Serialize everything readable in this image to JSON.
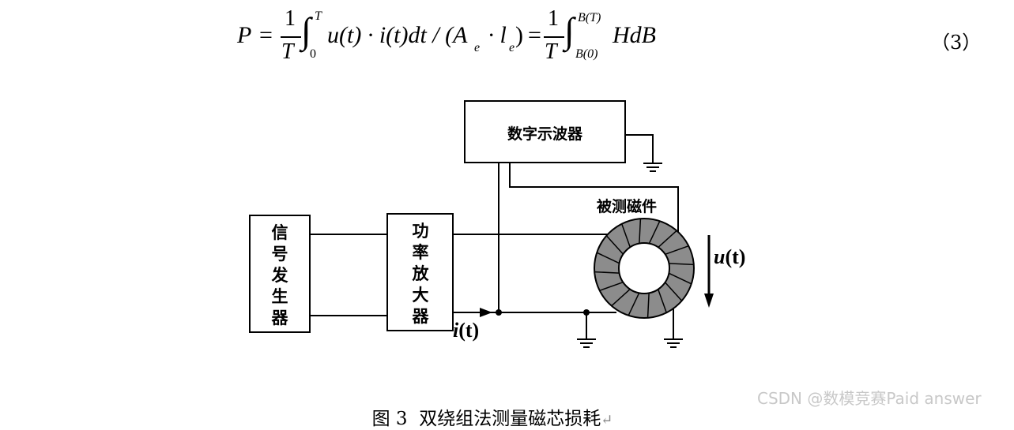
{
  "equation": {
    "P": "P",
    "eq": "=",
    "one": "1",
    "T": "T",
    "int_upper_1": "T",
    "int_lower_1": "0",
    "body_1": "u(t) · i(t)dt / (A",
    "sub_e1": "e",
    "dot": " · l",
    "sub_e2": "e",
    "close": ")",
    "int_upper_2": "B(T)",
    "int_lower_2": "B(0)",
    "body_2": "HdB",
    "number": "（3）"
  },
  "diagram": {
    "oscilloscope": "数字示波器",
    "signal_generator": "信号发生器",
    "power_amplifier": "功率放大器",
    "core_under_test": "被测磁件",
    "current_label_i": "i",
    "current_label_t": "(t)",
    "voltage_label_u": "u",
    "voltage_label_t": "(t)"
  },
  "caption": "图 3  双绕组法测量磁芯损耗",
  "return_mark": "↵",
  "watermark": "CSDN @数模竞赛Paid answer",
  "colors": {
    "core_fill": "#8c8c8c",
    "watermark": "#c8c8c8"
  }
}
